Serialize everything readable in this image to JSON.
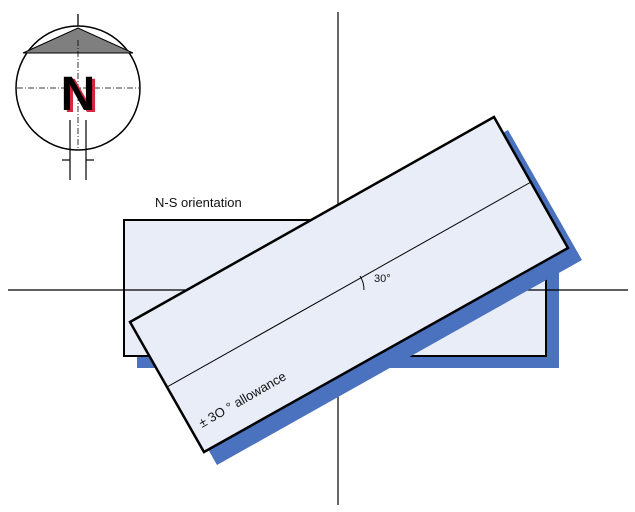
{
  "diagram": {
    "orientation_label": "N-S orientation",
    "angle_label": "30°",
    "allowance_label": "± 3O ° allowance",
    "compass_letter": "N",
    "colors": {
      "panel_fill": "#e9edf8",
      "shadow": "#4a72be",
      "line": "#000000",
      "compass_cap": "#7f7f7f"
    }
  }
}
